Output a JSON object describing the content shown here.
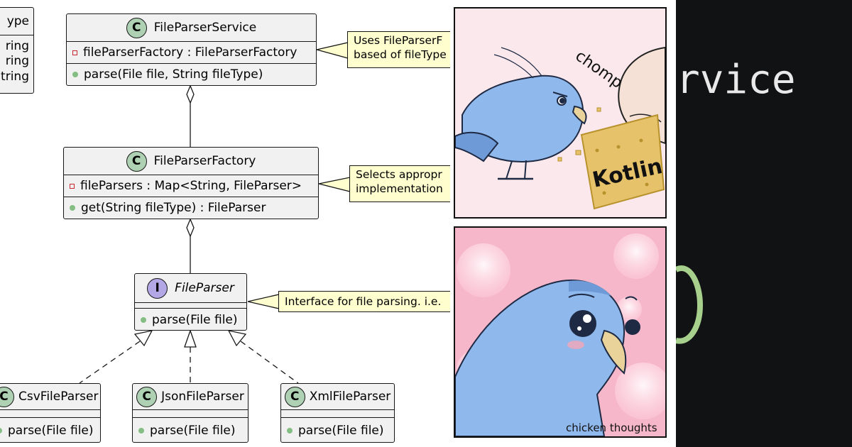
{
  "diagram": {
    "cut_class": {
      "lines": [
        "ype",
        "ring",
        "ring",
        "tring"
      ]
    },
    "file_parser_service": {
      "stereotype": "C",
      "name": "FileParserService",
      "attribute": "fileParserFactory : FileParserFactory",
      "method": "parse(File file, String fileType)"
    },
    "file_parser_factory": {
      "stereotype": "C",
      "name": "FileParserFactory",
      "attribute": "fileParsers : Map<String, FileParser>",
      "method": "get(String fileType) : FileParser"
    },
    "file_parser": {
      "stereotype": "I",
      "name": "FileParser",
      "method": "parse(File file)"
    },
    "csv_file_parser": {
      "stereotype": "C",
      "name": "CsvFileParser",
      "method": "parse(File file)"
    },
    "json_file_parser": {
      "stereotype": "C",
      "name": "JsonFileParser",
      "method": "parse(File file)"
    },
    "xml_file_parser": {
      "stereotype": "C",
      "name": "XmlFileParser",
      "method": "parse(File file)"
    },
    "notes": {
      "service": [
        "Uses FileParserF",
        "based of fileType"
      ],
      "factory": [
        "Selects appropr",
        "implementation"
      ],
      "parser": [
        "Interface for file parsing. i.e."
      ]
    }
  },
  "comic": {
    "panel_top": {
      "sfx": "chomp",
      "cracker_text": "Kotlin"
    },
    "panel_bottom": {
      "credit": "chicken thoughts"
    }
  },
  "terminal": {
    "text": "rvice"
  },
  "colors": {
    "class_fill": "#f1f1f1",
    "class_icon": "#add1b2",
    "interface_icon": "#b4a7e5",
    "note_fill": "#fefece",
    "bird_blue": "#8fb8ec",
    "panel_top_bg": "#fbe8ec",
    "terminal_bg": "#111214",
    "terminal_ring": "#a8d08d"
  }
}
